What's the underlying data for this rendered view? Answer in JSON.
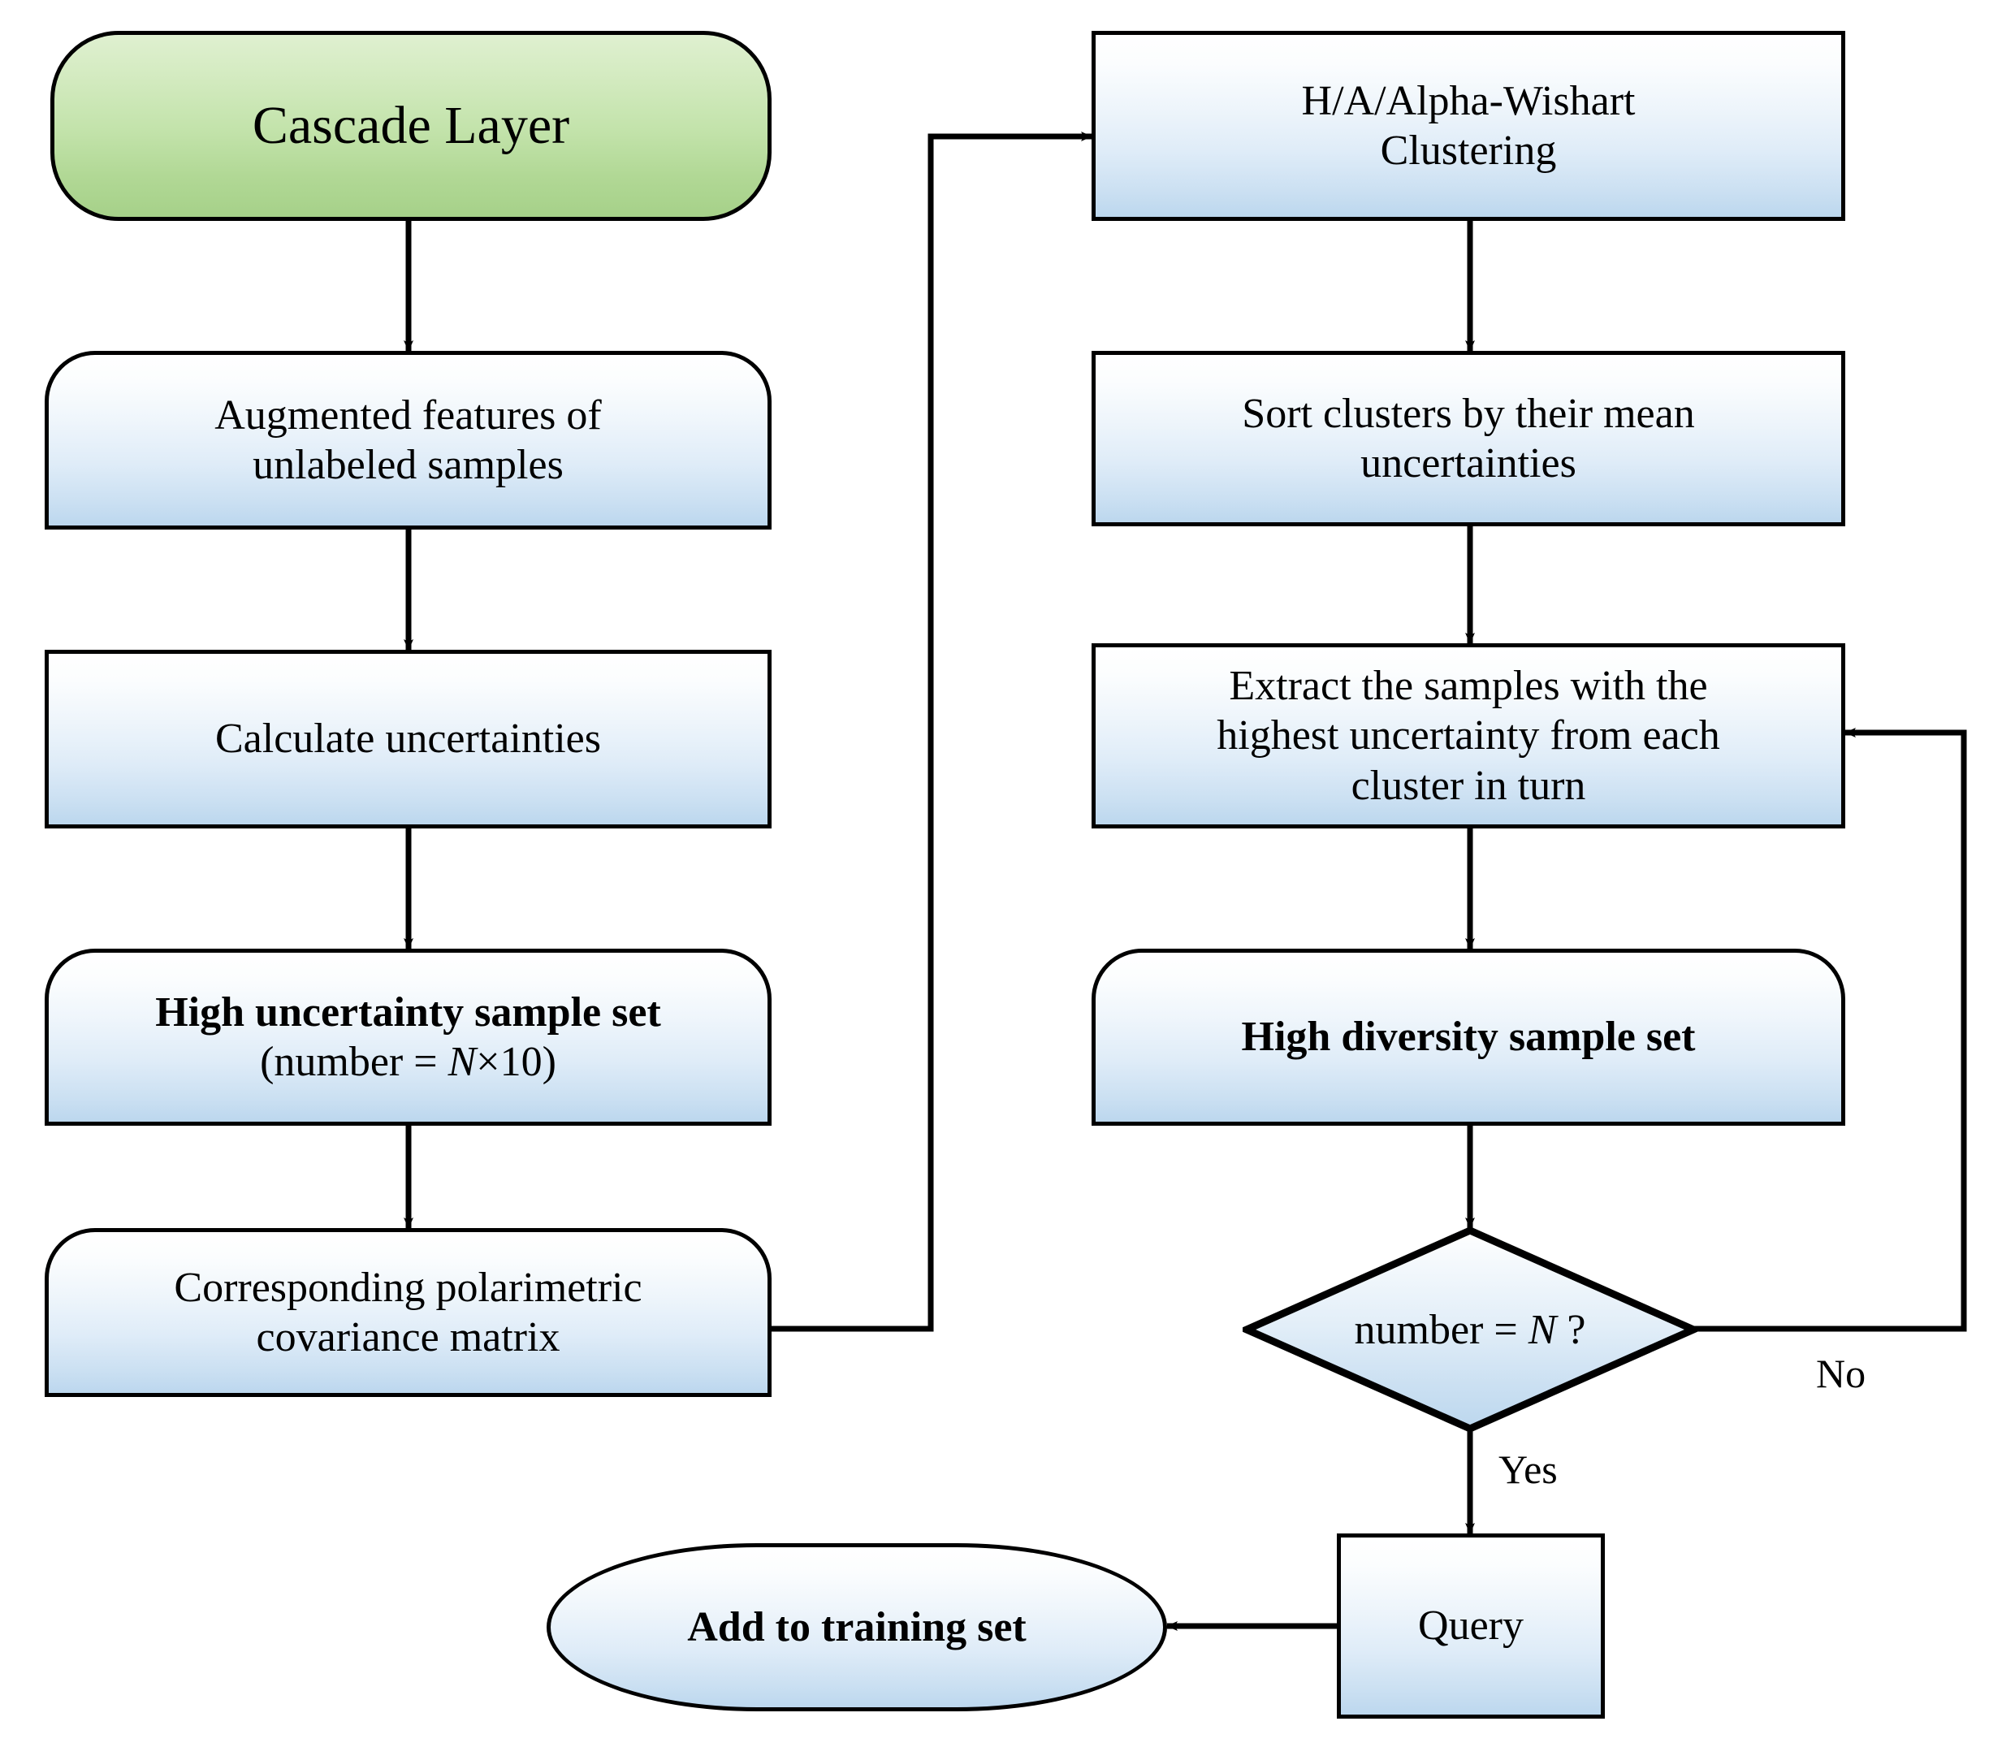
{
  "diagram": {
    "title": "Cascade Layer active-learning flowchart",
    "colors": {
      "green_fill_top": "#dff0d0",
      "green_fill_bottom": "#a6d189",
      "blue_fill_top": "#ffffff",
      "blue_fill_bottom": "#bcd7ee",
      "stroke": "#000000",
      "background": "#ffffff"
    },
    "nodes": {
      "cascade_layer": {
        "label": "Cascade Layer",
        "shape": "rounded-rectangle",
        "fill": "green"
      },
      "augmented_features": {
        "line1": "Augmented features of",
        "line2": "unlabeled samples",
        "shape": "top-rounded-rectangle",
        "fill": "blue"
      },
      "calculate_uncertainties": {
        "label": "Calculate uncertainties",
        "shape": "rectangle",
        "fill": "blue"
      },
      "high_uncertainty_set": {
        "line1": "High uncertainty sample set",
        "line2_prefix": "(number = ",
        "line2_var": "N",
        "line2_suffix": "×10)",
        "shape": "top-rounded-rectangle",
        "fill": "blue"
      },
      "covariance_matrix": {
        "line1": "Corresponding polarimetric",
        "line2": "covariance matrix",
        "shape": "top-rounded-rectangle",
        "fill": "blue"
      },
      "clustering": {
        "line1": "H/A/Alpha-Wishart",
        "line2": "Clustering",
        "shape": "rectangle",
        "fill": "blue"
      },
      "sort_clusters": {
        "line1": "Sort clusters by their mean",
        "line2": "uncertainties",
        "shape": "rectangle",
        "fill": "blue"
      },
      "extract_samples": {
        "line1": "Extract the samples with the",
        "line2": "highest uncertainty from each",
        "line3": "cluster in turn",
        "shape": "rectangle",
        "fill": "blue"
      },
      "high_diversity_set": {
        "label": "High diversity sample set",
        "shape": "top-rounded-rectangle",
        "fill": "blue"
      },
      "decision": {
        "prefix": "number  = ",
        "var": "N",
        "suffix": " ?",
        "shape": "diamond",
        "fill": "blue"
      },
      "query": {
        "label": "Query",
        "shape": "rectangle",
        "fill": "blue"
      },
      "add_training": {
        "label": "Add to training set",
        "shape": "pill",
        "fill": "blue"
      }
    },
    "edge_labels": {
      "no": "No",
      "yes": "Yes"
    }
  }
}
